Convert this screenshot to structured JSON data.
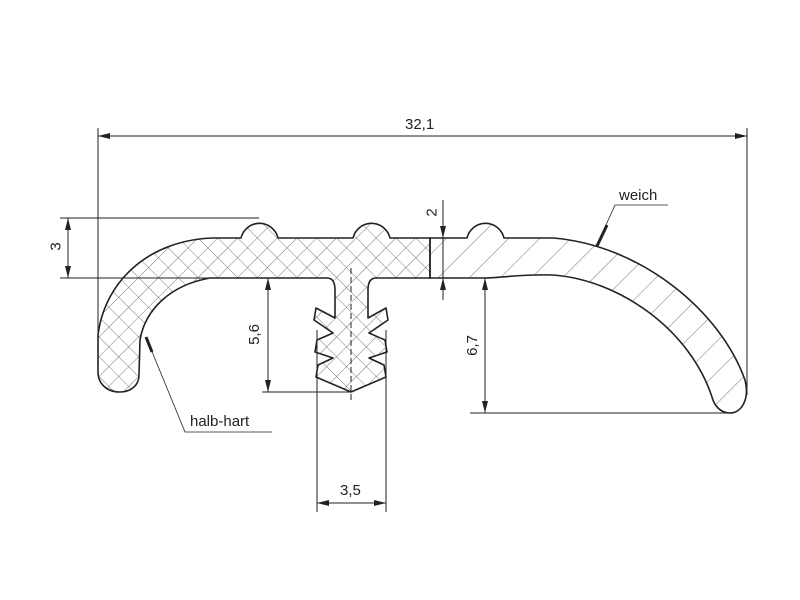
{
  "drawing": {
    "dimensions": {
      "overall_width": "32,1",
      "flange_height": "3",
      "web_thickness": "2",
      "stem_depth": "5,6",
      "lip_depth": "6,7",
      "stem_width": "3,5"
    },
    "materials": {
      "hard_section": "halb-hart",
      "soft_section": "weich"
    },
    "colors": {
      "line": "#222222",
      "hatch": "#555555",
      "background": "#ffffff"
    }
  }
}
